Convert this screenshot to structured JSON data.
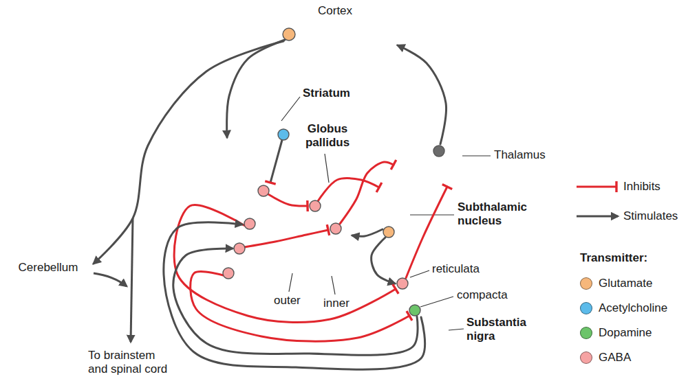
{
  "diagram": {
    "nodes": [
      {
        "text": [
          "Cortex"
        ]
      },
      {
        "text": [
          "Striatum"
        ]
      },
      {
        "text": [
          "Globus pallidus"
        ]
      },
      {
        "text": [
          "Thalamus"
        ]
      },
      {
        "text": [
          "Subthalamic nucleus"
        ]
      },
      {
        "text": [
          "Cerebellum"
        ]
      },
      {
        "text": [
          "Substantia nigra"
        ]
      }
    ],
    "edges": [
      {
        "from": 0,
        "to": 1,
        "arrow": "to"
      },
      {
        "from": 3,
        "to": 0,
        "arrow": "to"
      },
      {
        "from": 1,
        "to": 2,
        "arrow": "to"
      },
      {
        "from": 1,
        "to": 2,
        "arrow": "to"
      },
      {
        "from": 2,
        "to": 4,
        "arrow": "to"
      },
      {
        "from": 2,
        "to": 3,
        "arrow": "to"
      },
      {
        "from": 4,
        "to": 2,
        "arrow": "to"
      },
      {
        "from": 4,
        "to": 6,
        "arrow": "to"
      },
      {
        "from": 6,
        "to": 3,
        "arrow": "to"
      },
      {
        "from": 1,
        "to": 6,
        "arrow": "to"
      },
      {
        "from": 1,
        "to": 6,
        "arrow": "to"
      },
      {
        "from": 6,
        "to": 1,
        "arrow": "to"
      },
      {
        "from": 6,
        "to": 1,
        "arrow": "to"
      },
      {
        "from": 0,
        "to": 5,
        "arrow": "to"
      }
    ],
    "labels": [
      "outer",
      "inner",
      "reticulata",
      "compacta",
      "To brainstem and spinal cord",
      "Transmitter:"
    ],
    "legend": [
      {
        "text": "Inhibits"
      },
      {
        "text": "Stimulates"
      },
      {
        "text": "Glutamate",
        "color": "#f6b77b"
      },
      {
        "text": "Acetylcholine",
        "color": "#5cbbea"
      },
      {
        "text": "Dopamine",
        "color": "#6cc46a"
      },
      {
        "text": "GABA",
        "color": "#f6a3a3"
      }
    ]
  }
}
